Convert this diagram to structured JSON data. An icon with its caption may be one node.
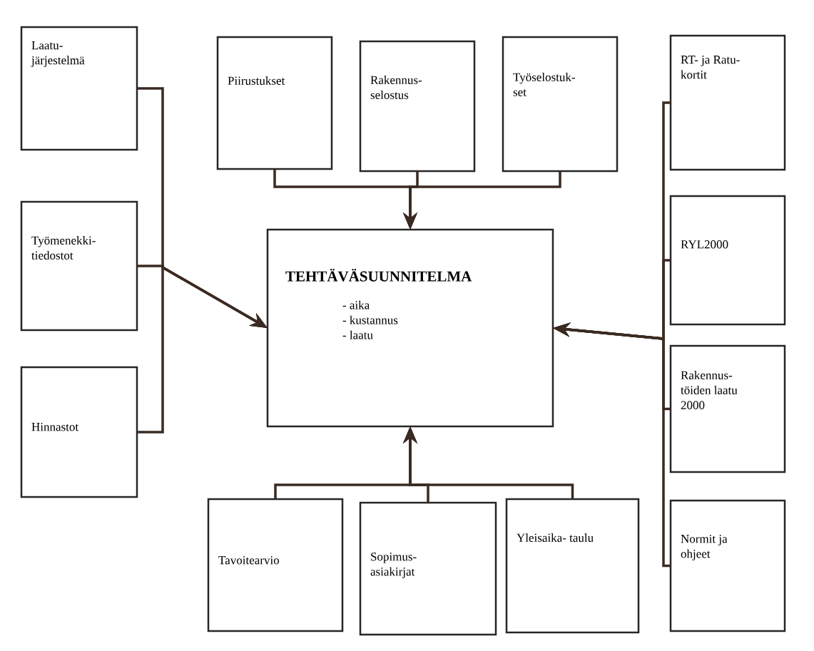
{
  "diagram": {
    "nodes": [
      {
        "text": [
          "Laatu- järjestelmä"
        ]
      },
      {
        "text": [
          "Työmenekki- tiedostot"
        ]
      },
      {
        "text": [
          "Hinnastot"
        ]
      },
      {
        "text": [
          "Piirustukset"
        ]
      },
      {
        "text": [
          "Rakennus- selostus"
        ]
      },
      {
        "text": [
          "Työselostuk- set"
        ]
      },
      {
        "text": [
          "RT- ja Ratu- kortit"
        ]
      },
      {
        "text": [
          "RYL2000"
        ]
      },
      {
        "text": [
          "Rakennus- töiden laatu 2000"
        ]
      },
      {
        "text": [
          "Normit ja ohjeet"
        ]
      },
      {
        "text": [
          "TEHTÄVÄSUUNNITELMA",
          "- aika",
          "- kustannus",
          "- laatu"
        ]
      },
      {
        "text": [
          "Tavoitearvio"
        ]
      },
      {
        "text": [
          "Sopimus- asiakirjat"
        ]
      },
      {
        "text": [
          "Yleisaika- taulu"
        ]
      }
    ],
    "edges": [
      {
        "from": 0,
        "to": 10,
        "arrow": "to"
      },
      {
        "from": 1,
        "to": 10,
        "arrow": "to"
      },
      {
        "from": 2,
        "to": 10,
        "arrow": "to"
      },
      {
        "from": 3,
        "to": 10,
        "arrow": "to"
      },
      {
        "from": 4,
        "to": 10,
        "arrow": "to"
      },
      {
        "from": 5,
        "to": 10,
        "arrow": "to"
      },
      {
        "from": 6,
        "to": 10,
        "arrow": "to"
      },
      {
        "from": 7,
        "to": 10,
        "arrow": "to"
      },
      {
        "from": 8,
        "to": 10,
        "arrow": "to"
      },
      {
        "from": 9,
        "to": 10,
        "arrow": "to"
      },
      {
        "from": 11,
        "to": 10,
        "arrow": "to"
      },
      {
        "from": 12,
        "to": 10,
        "arrow": "to"
      },
      {
        "from": 13,
        "to": 10,
        "arrow": "to"
      }
    ]
  }
}
